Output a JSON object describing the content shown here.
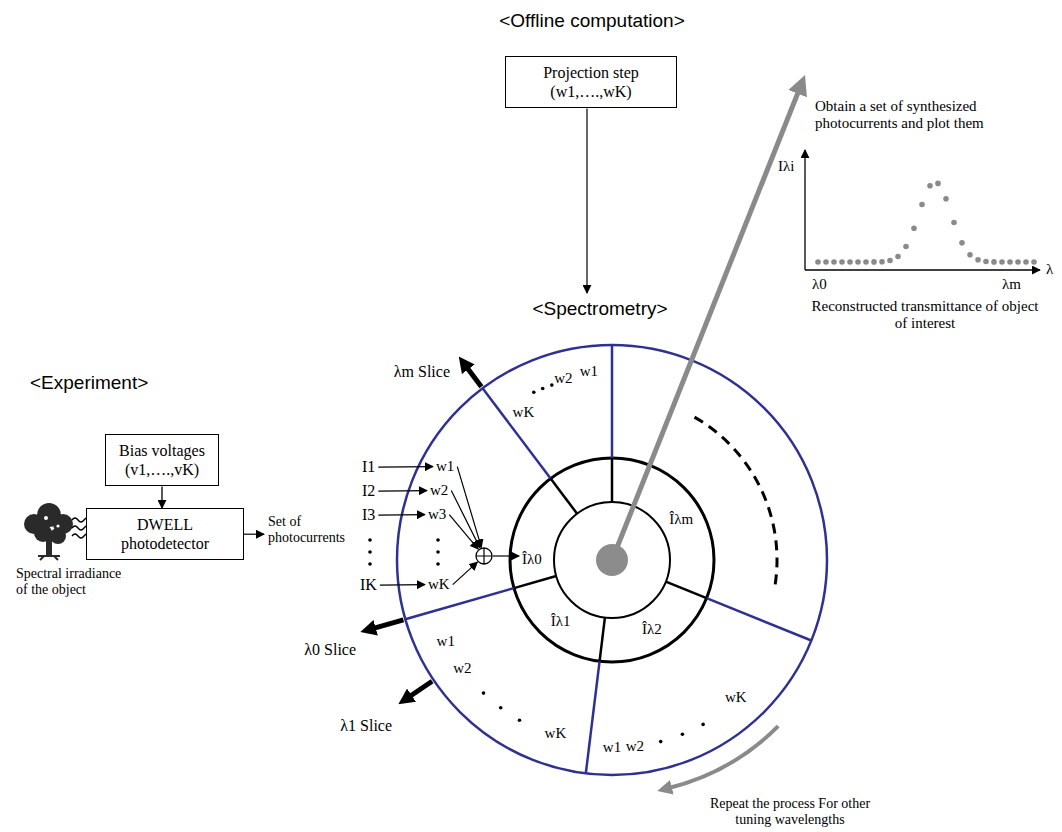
{
  "diagram": {
    "nodes": [
      {
        "text": [
          "Projection step",
          "(w1,….,wK)"
        ]
      },
      {
        "text": [
          "Bias voltages",
          "(v1,….,vK)"
        ]
      },
      {
        "text": [
          "DWELL photodetector"
        ]
      }
    ],
    "edges": [
      {
        "from": 1,
        "to": 2,
        "arrow": "to"
      }
    ],
    "labels": [
      "<Offline computation>",
      "<Experiment>",
      "<Spectrometry>",
      "Spectral irradiance of the object",
      "Set of photocurrents",
      "λm Slice",
      "λ0 Slice",
      "λ1 Slice",
      "I1",
      "I2",
      "I3",
      "IK",
      "w1",
      "w2",
      "w3",
      "wK",
      "w2",
      "w1",
      "wK",
      "w1",
      "w2",
      "wK",
      "w1",
      "w2",
      "wK",
      "Îλ0",
      "Îλ1",
      "Îλ2",
      "Îλm",
      "Obtain a set of synthesized photocurrents and plot them",
      "Iλi",
      "λ0",
      "λm",
      "λ",
      "Reconstructed transmittance of object of interest",
      "Repeat the process For other tuning wavelengths"
    ]
  }
}
